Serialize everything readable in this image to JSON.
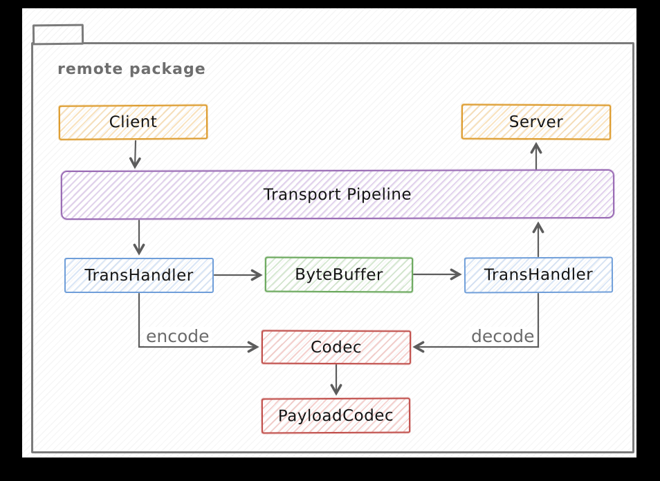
{
  "package": {
    "label": "remote package"
  },
  "nodes": [
    {
      "id": "client",
      "label": "Client",
      "color": "#dd9b2c"
    },
    {
      "id": "server",
      "label": "Server",
      "color": "#dd9b2c"
    },
    {
      "id": "transport-pipeline",
      "label": "Transport Pipeline",
      "color": "#9a6cb5"
    },
    {
      "id": "transhandler-left",
      "label": "TransHandler",
      "color": "#6f9ed9"
    },
    {
      "id": "bytebuffer",
      "label": "ByteBuffer",
      "color": "#6aa85c"
    },
    {
      "id": "transhandler-right",
      "label": "TransHandler",
      "color": "#6f9ed9"
    },
    {
      "id": "codec",
      "label": "Codec",
      "color": "#c14f4b"
    },
    {
      "id": "payloadcodec",
      "label": "PayloadCodec",
      "color": "#c14f4b"
    }
  ],
  "edges": [
    {
      "from": "client",
      "to": "transport-pipeline",
      "label": ""
    },
    {
      "from": "transport-pipeline",
      "to": "transhandler-left",
      "label": ""
    },
    {
      "from": "transhandler-left",
      "to": "bytebuffer",
      "label": ""
    },
    {
      "from": "bytebuffer",
      "to": "transhandler-right",
      "label": ""
    },
    {
      "from": "transhandler-right",
      "to": "transport-pipeline",
      "label": ""
    },
    {
      "from": "transport-pipeline",
      "to": "server",
      "label": ""
    },
    {
      "from": "transhandler-left",
      "to": "codec",
      "label": "encode"
    },
    {
      "from": "transhandler-right",
      "to": "codec",
      "label": "decode"
    },
    {
      "from": "codec",
      "to": "payloadcodec",
      "label": ""
    }
  ],
  "colors": {
    "frame": "#000000",
    "paper": "#ffffff",
    "folder_stroke": "#7b7b7b",
    "arrow": "#5c5c5c",
    "title_text": "#6e6e6e",
    "node_text": "#141414"
  }
}
